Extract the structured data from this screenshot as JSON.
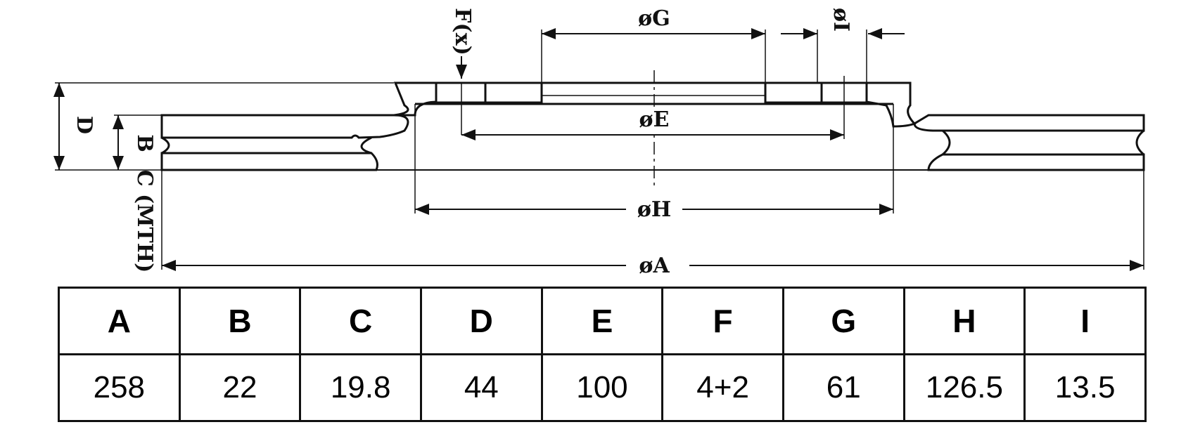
{
  "labels": {
    "A": "øA",
    "B": "B",
    "C": "C (MTH)",
    "D": "D",
    "E": "øE",
    "F": "F(x)",
    "G": "øG",
    "H": "øH",
    "I": "øI"
  },
  "table": {
    "headers": [
      "A",
      "B",
      "C",
      "D",
      "E",
      "F",
      "G",
      "H",
      "I"
    ],
    "values": [
      "258",
      "22",
      "19.8",
      "44",
      "100",
      "4+2",
      "61",
      "126.5",
      "13.5"
    ]
  }
}
